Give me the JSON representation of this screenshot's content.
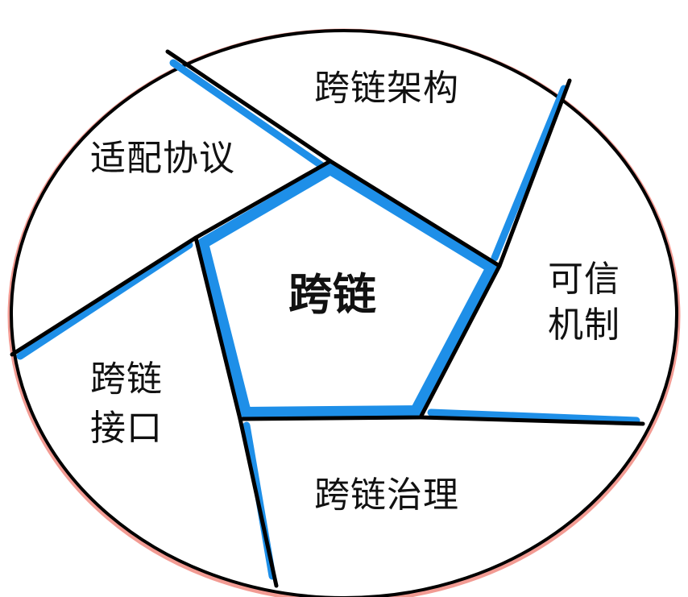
{
  "diagram": {
    "type": "segmented-ellipse-with-central-pentagon",
    "colors": {
      "outline": "#000000",
      "inner_highlight": "#1e8fe8",
      "outer_highlight": "#f08a80",
      "background": "#ffffff"
    },
    "center": {
      "label": "跨链"
    },
    "segments": [
      {
        "id": "architecture",
        "label": "跨链架构"
      },
      {
        "id": "trust",
        "line1": "可信",
        "line2": "机制"
      },
      {
        "id": "governance",
        "label": "跨链治理"
      },
      {
        "id": "interface",
        "line1": "跨链",
        "line2": "接口"
      },
      {
        "id": "protocol",
        "label": "适配协议"
      }
    ]
  }
}
